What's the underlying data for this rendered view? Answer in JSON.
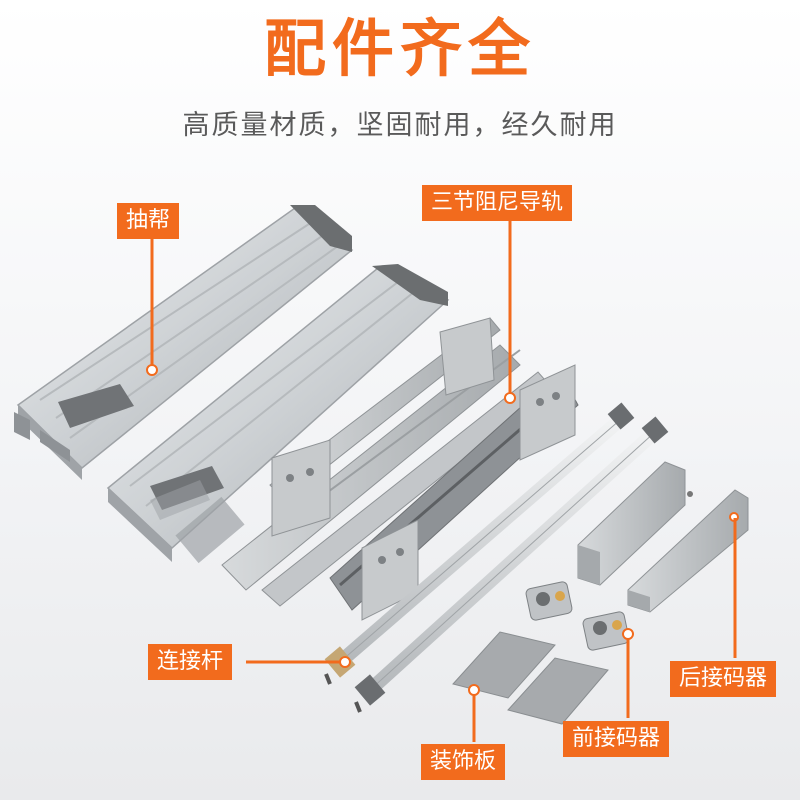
{
  "header": {
    "title": "配件齐全",
    "subtitle": "高质量材质，坚固耐用，经久耐用"
  },
  "colors": {
    "accent": "#f26b1d",
    "aluminum": "#cfd3d6",
    "dark_cap": "#6b6e70",
    "steel": "#b9bcbf"
  },
  "callouts": {
    "drawer_side": "抽帮",
    "slide_rail": "三节阻尼导轨",
    "connecting_rod": "连接杆",
    "rear_connector": "后接码器",
    "front_connector": "前接码器",
    "trim_plate": "装饰板"
  }
}
